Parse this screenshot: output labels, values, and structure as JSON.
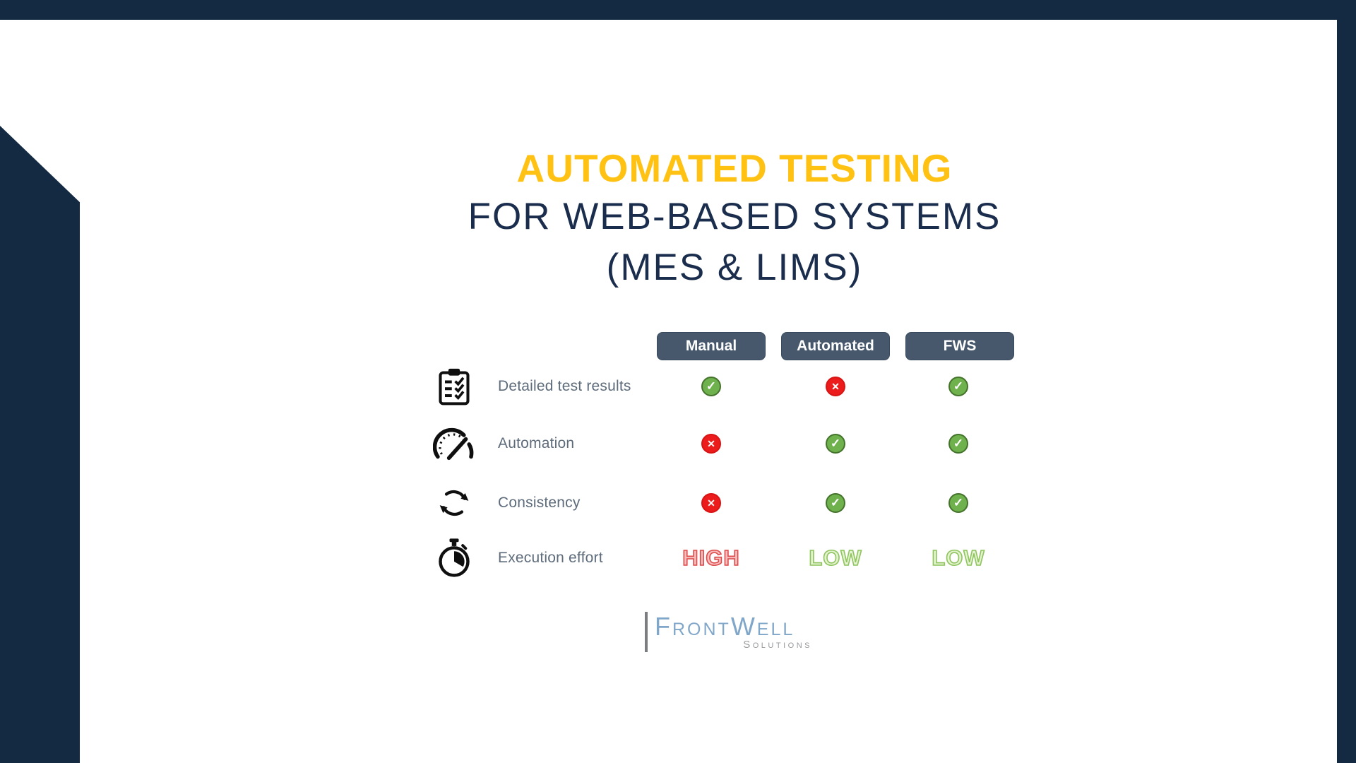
{
  "title": {
    "line1": "AUTOMATED TESTING",
    "line2": "FOR WEB-BASED SYSTEMS",
    "line3": "(MES & LIMS)"
  },
  "comparison": {
    "columns": [
      {
        "label": "Manual"
      },
      {
        "label": "Automated"
      },
      {
        "label": "FWS"
      }
    ],
    "rows": [
      {
        "label": "Detailed test results",
        "icon": "clipboard-checklist-icon",
        "values": [
          "check",
          "cross",
          "check"
        ]
      },
      {
        "label": "Automation",
        "icon": "speedometer-icon",
        "values": [
          "cross",
          "check",
          "check"
        ]
      },
      {
        "label": "Consistency",
        "icon": "sync-arrows-icon",
        "values": [
          "cross",
          "check",
          "check"
        ]
      },
      {
        "label": "Execution effort",
        "icon": "stopwatch-icon",
        "values": [
          "HIGH",
          "LOW",
          "LOW"
        ]
      }
    ],
    "mark_glyphs": {
      "check": "✓",
      "cross": "✕"
    }
  },
  "logo": {
    "brand": "FrontWell",
    "subtitle": "Solutions"
  },
  "colors": {
    "accent_navy": "#132A42",
    "title_yellow": "#FFC112",
    "title_navy": "#1B2D4D",
    "header_pill_bg": "#47586D",
    "check_green": "#6FB14C",
    "cross_red": "#EC1C1C",
    "high_red_outline": "#DD4B4B",
    "low_green_outline": "#8FC45E",
    "row_label_gray": "#5D6B7A",
    "logo_blue": "#80A7C9"
  }
}
